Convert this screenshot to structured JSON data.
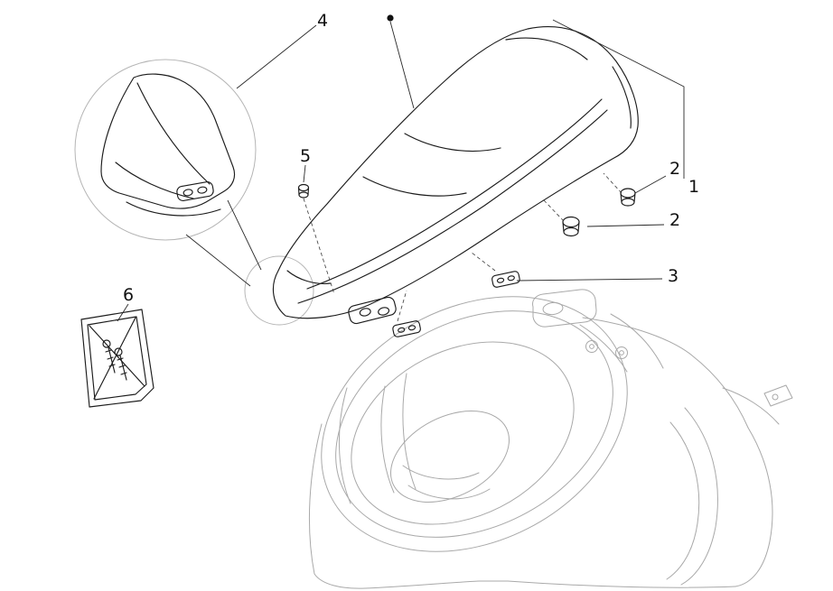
{
  "diagram": {
    "kind": "exploded-parts-diagram",
    "colors": {
      "background": "#ffffff",
      "part_line": "#1c1c1c",
      "body_line": "#a9a9a9",
      "detail_circle_line": "#b5b5b5",
      "leader_line": "#2a2a2a",
      "label_text": "#111111"
    },
    "icons": {
      "reference_dot": "filled-circle"
    },
    "callouts": {
      "c1": "1",
      "c2a": "2",
      "c2b": "2",
      "c3": "3",
      "c4": "4",
      "c5": "5",
      "c6": "6"
    }
  }
}
